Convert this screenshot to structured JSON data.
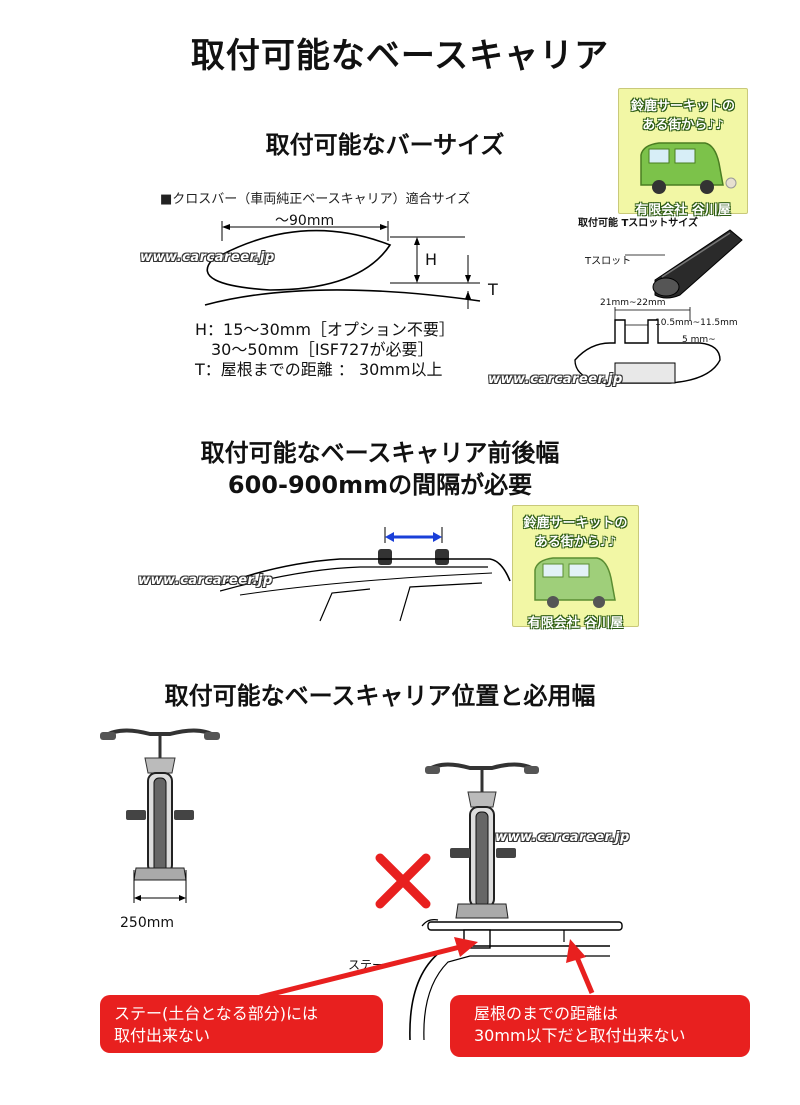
{
  "page": {
    "title": "取付可能なベースキャリア"
  },
  "section1": {
    "heading": "取付可能なバーサイズ",
    "caption": "■クロスバー（車両純正ベースキャリア）適合サイズ",
    "dim_width": "～90mm",
    "dim_h": "H",
    "dim_t": "T",
    "spec_lines": [
      "H：15～30mm［オプション不要］",
      "　30～50mm［ISF727が必要］",
      "T：屋根までの距離 ： 30mm以上"
    ],
    "tslot_title": "取付可能 Tスロットサイズ",
    "tslot_label": "Tスロット",
    "tslot_dim1": "21mm~22mm",
    "tslot_dim2": "10.5mm~11.5mm",
    "tslot_dim3": "5 mm~"
  },
  "section2": {
    "heading_line1": "取付可能なベースキャリア前後幅",
    "heading_line2": "600-900mmの間隔が必要"
  },
  "section3": {
    "heading": "取付可能なベースキャリア位置と必用幅",
    "width_label": "250mm",
    "stay_label": "ステー",
    "warn_left": "ステー(土台となる部分)には\n取付出来ない",
    "warn_right": "屋根のまでの距離は\n30mm以下だと取付出来ない"
  },
  "badge": {
    "line1": "鈴鹿サーキットの",
    "line2": "ある街から♪♪",
    "company": "有限会社 谷川屋"
  },
  "watermark": "www.carcareer.jp",
  "colors": {
    "warning_red": "#e8201f",
    "arrow_blue": "#1a3fd8",
    "badge_bg": "#f2f7a5",
    "car_green": "#7cc24a"
  }
}
